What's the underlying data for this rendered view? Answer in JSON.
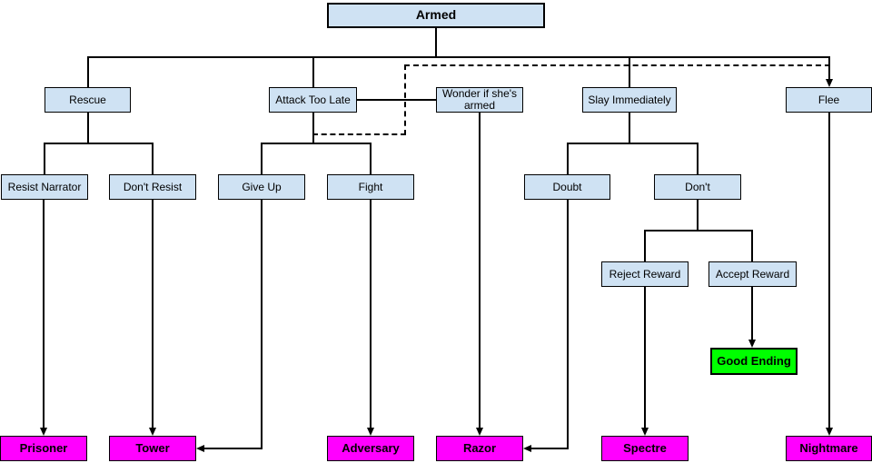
{
  "diagram": {
    "type": "flowchart-decision-tree",
    "nodes": {
      "armed": {
        "label": "Armed",
        "kind": "root"
      },
      "rescue": {
        "label": "Rescue",
        "kind": "choice"
      },
      "attack_too_late": {
        "label": "Attack Too Late",
        "kind": "choice"
      },
      "wonder_if_shes_armed": {
        "label": "Wonder if she's armed",
        "kind": "choice"
      },
      "slay_immediately": {
        "label": "Slay Immediately",
        "kind": "choice"
      },
      "flee": {
        "label": "Flee",
        "kind": "choice"
      },
      "resist_narrator": {
        "label": "Resist Narrator",
        "kind": "choice"
      },
      "dont_resist": {
        "label": "Don't Resist",
        "kind": "choice"
      },
      "give_up": {
        "label": "Give Up",
        "kind": "choice"
      },
      "fight": {
        "label": "Fight",
        "kind": "choice"
      },
      "doubt": {
        "label": "Doubt",
        "kind": "choice"
      },
      "dont": {
        "label": "Don't",
        "kind": "choice"
      },
      "reject_reward": {
        "label": "Reject Reward",
        "kind": "choice"
      },
      "accept_reward": {
        "label": "Accept Reward",
        "kind": "choice"
      },
      "good_ending": {
        "label": "Good Ending",
        "kind": "good-ending"
      },
      "prisoner": {
        "label": "Prisoner",
        "kind": "ending"
      },
      "tower": {
        "label": "Tower",
        "kind": "ending"
      },
      "adversary": {
        "label": "Adversary",
        "kind": "ending"
      },
      "razor": {
        "label": "Razor",
        "kind": "ending"
      },
      "spectre": {
        "label": "Spectre",
        "kind": "ending"
      },
      "nightmare": {
        "label": "Nightmare",
        "kind": "ending"
      }
    },
    "edges": [
      {
        "from": "armed",
        "to": "rescue",
        "style": "solid",
        "arrow": false
      },
      {
        "from": "armed",
        "to": "attack_too_late",
        "style": "solid",
        "arrow": false
      },
      {
        "from": "armed",
        "to": "slay_immediately",
        "style": "solid",
        "arrow": false
      },
      {
        "from": "armed",
        "to": "flee",
        "style": "solid",
        "arrow": true
      },
      {
        "from": "attack_too_late",
        "to": "wonder_if_shes_armed",
        "style": "solid",
        "arrow": false
      },
      {
        "from": "attack_too_late",
        "to": "flee",
        "style": "dashed",
        "arrow": true
      },
      {
        "from": "rescue",
        "to": "resist_narrator",
        "style": "solid",
        "arrow": false
      },
      {
        "from": "rescue",
        "to": "dont_resist",
        "style": "solid",
        "arrow": false
      },
      {
        "from": "attack_too_late",
        "to": "give_up",
        "style": "solid",
        "arrow": false
      },
      {
        "from": "attack_too_late",
        "to": "fight",
        "style": "solid",
        "arrow": false
      },
      {
        "from": "slay_immediately",
        "to": "doubt",
        "style": "solid",
        "arrow": false
      },
      {
        "from": "slay_immediately",
        "to": "dont",
        "style": "solid",
        "arrow": false
      },
      {
        "from": "dont",
        "to": "reject_reward",
        "style": "solid",
        "arrow": false
      },
      {
        "from": "dont",
        "to": "accept_reward",
        "style": "solid",
        "arrow": false
      },
      {
        "from": "resist_narrator",
        "to": "prisoner",
        "style": "solid",
        "arrow": true
      },
      {
        "from": "dont_resist",
        "to": "tower",
        "style": "solid",
        "arrow": true
      },
      {
        "from": "give_up",
        "to": "tower",
        "style": "solid",
        "arrow": true
      },
      {
        "from": "fight",
        "to": "adversary",
        "style": "solid",
        "arrow": true
      },
      {
        "from": "wonder_if_shes_armed",
        "to": "razor",
        "style": "solid",
        "arrow": true
      },
      {
        "from": "doubt",
        "to": "razor",
        "style": "solid",
        "arrow": true
      },
      {
        "from": "reject_reward",
        "to": "spectre",
        "style": "solid",
        "arrow": true
      },
      {
        "from": "accept_reward",
        "to": "good_ending",
        "style": "solid",
        "arrow": true
      },
      {
        "from": "flee",
        "to": "nightmare",
        "style": "solid",
        "arrow": true
      }
    ],
    "colors": {
      "choice_fill": "#cfe2f3",
      "ending_fill": "#ff00ff",
      "good_ending_fill": "#00ff00",
      "line": "#000000",
      "background": "#ffffff"
    }
  }
}
